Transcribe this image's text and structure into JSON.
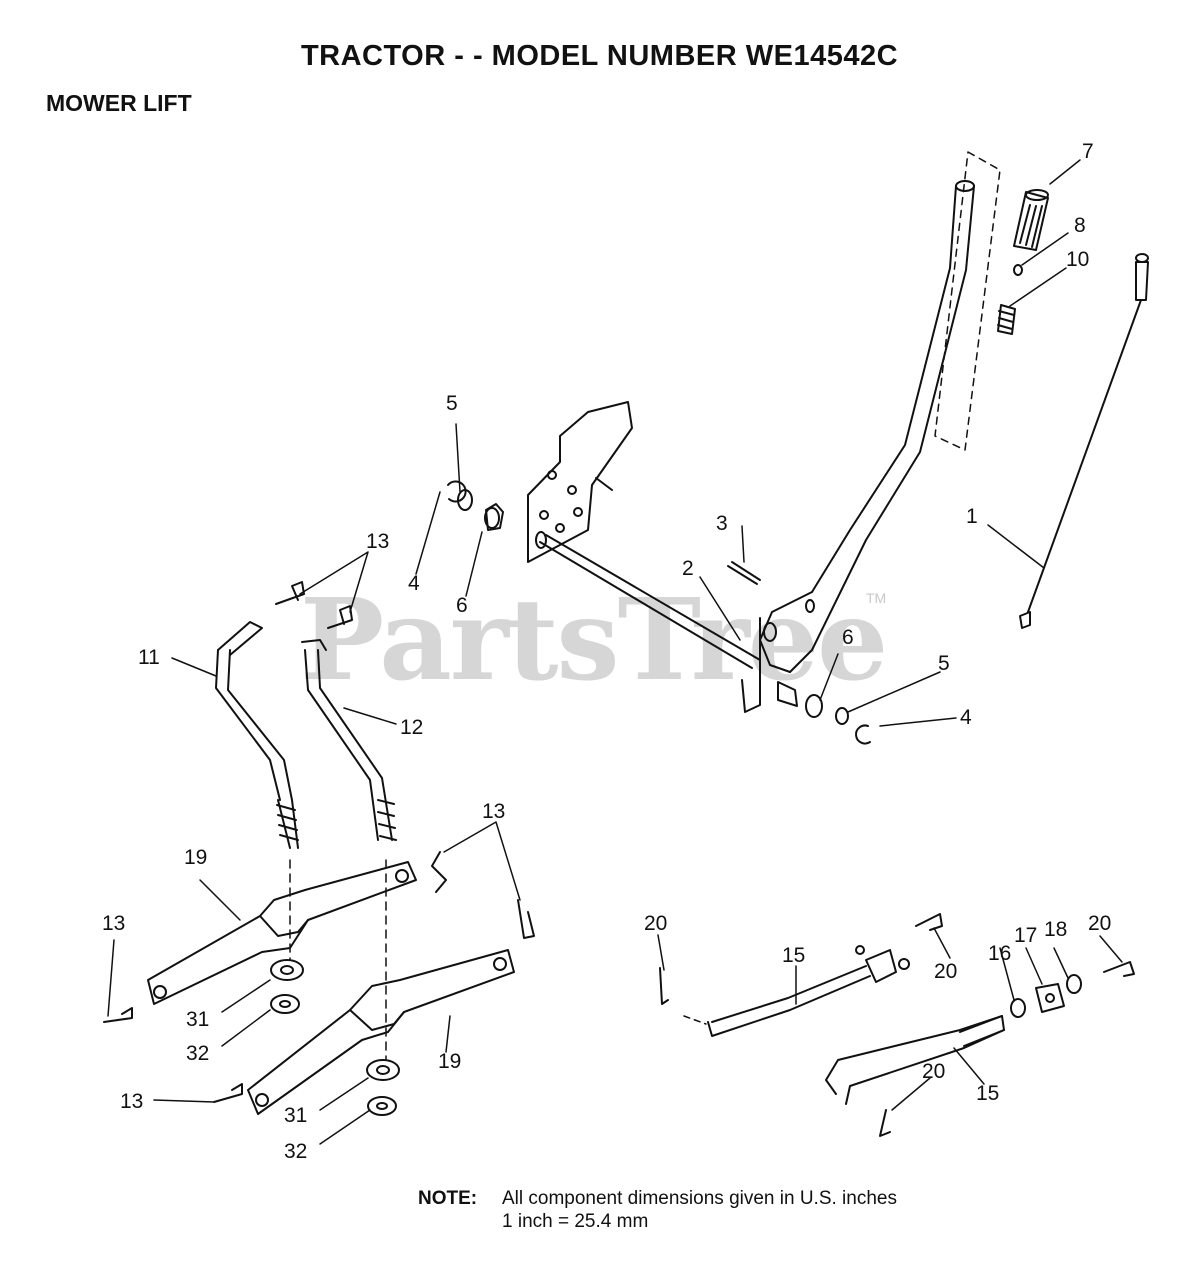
{
  "header": {
    "title": "TRACTOR - - MODEL NUMBER WE14542C",
    "section": "MOWER LIFT"
  },
  "watermark": {
    "text": "PartsTree",
    "tm": "TM"
  },
  "callouts": {
    "c1": "1",
    "c2": "2",
    "c3": "3",
    "c4a": "4",
    "c4b": "4",
    "c5a": "5",
    "c5b": "5",
    "c6a": "6",
    "c6b": "6",
    "c7": "7",
    "c8": "8",
    "c10": "10",
    "c11": "11",
    "c12": "12",
    "c13a": "13",
    "c13b": "13",
    "c13c": "13",
    "c13d": "13",
    "c15a": "15",
    "c15b": "15",
    "c16": "16",
    "c17": "17",
    "c18": "18",
    "c19a": "19",
    "c19b": "19",
    "c20a": "20",
    "c20b": "20",
    "c20c": "20",
    "c20d": "20",
    "c31a": "31",
    "c31b": "31",
    "c32a": "32",
    "c32b": "32"
  },
  "note": {
    "label": "NOTE:",
    "line1": "All component dimensions given in U.S. inches",
    "line2": "1 inch = 25.4 mm"
  }
}
